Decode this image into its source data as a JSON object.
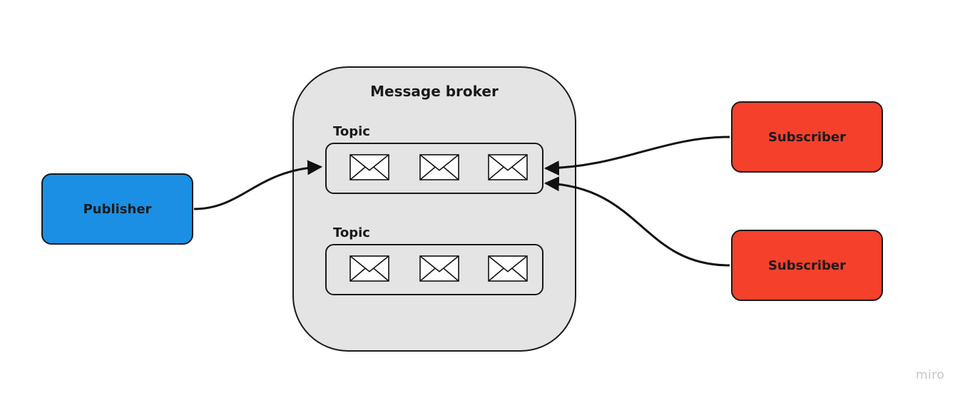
{
  "diagram": {
    "broker": {
      "title": "Message broker"
    },
    "topics": [
      {
        "label": "Topic",
        "message_count": 3
      },
      {
        "label": "Topic",
        "message_count": 3
      }
    ],
    "publisher": {
      "label": "Publisher",
      "color": "#1a8fe3"
    },
    "subscribers": [
      {
        "label": "Subscriber",
        "color": "#f5402c"
      },
      {
        "label": "Subscriber",
        "color": "#f5402c"
      }
    ],
    "broker_color": "#e4e4e4",
    "edges": [
      {
        "from": "publisher",
        "to": "topic-1"
      },
      {
        "from": "subscriber-1",
        "to": "topic-1"
      },
      {
        "from": "subscriber-2",
        "to": "topic-1"
      }
    ]
  },
  "watermark": "miro"
}
